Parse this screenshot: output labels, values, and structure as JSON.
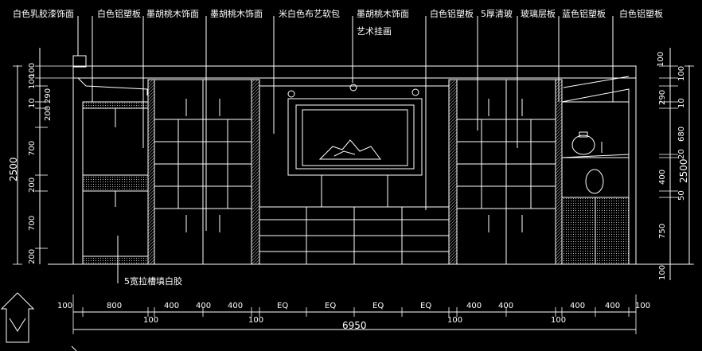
{
  "callouts": {
    "c1": "白色乳胶漆饰面",
    "c2": "白色铝塑板",
    "c3": "墨胡桃木饰面",
    "c4": "墨胡桃木饰面",
    "c5": "米白色布艺软包",
    "c6": "墨胡桃木饰面",
    "c6b": "艺术挂画",
    "c7": "白色铝塑板",
    "c8": "5厚清玻",
    "c9": "玻璃层板",
    "c10": "蓝色铝塑板",
    "c11": "白色铝塑板",
    "c12": "5宽拉槽填白胶"
  },
  "bottom_dims": {
    "row1": [
      "100",
      "800",
      "400",
      "400",
      "400",
      "EQ",
      "EQ",
      "EQ",
      "EQ",
      "400",
      "400",
      "400",
      "400",
      "100"
    ],
    "row2": [
      "100",
      "100",
      "100",
      "100"
    ],
    "total": "6950"
  },
  "left_dims": {
    "segments": [
      "100",
      "100",
      "290",
      "10",
      "200",
      "700",
      "200",
      "700",
      "200"
    ],
    "total": "2500"
  },
  "right_dims": {
    "segments": [
      "100",
      "100",
      "290",
      "10",
      "680",
      "20",
      "400",
      "50",
      "750",
      "100"
    ],
    "total": "2500"
  },
  "colors": {
    "line": "#ffffff",
    "bg": "#000000"
  }
}
